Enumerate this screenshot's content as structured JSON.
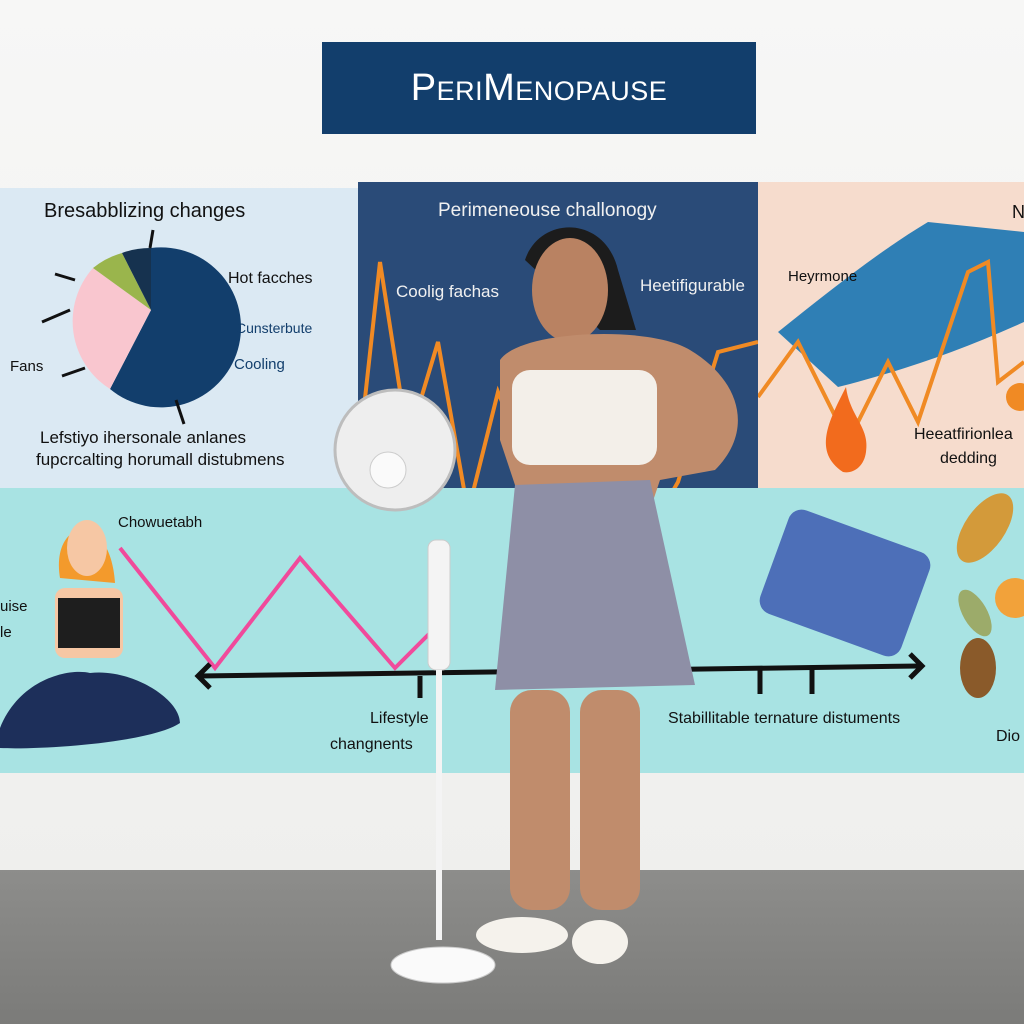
{
  "banner": {
    "title": "PeriMenopause"
  },
  "panel_chart": {
    "title": "Bresabblizing changes",
    "labels": [
      "Hot facches",
      "Cunsterbute",
      "Cooling",
      "Fans"
    ],
    "caption_line1": "Lefstiyo ihersonale anlanes",
    "caption_line2": "fupcrcalting horumall distubmens",
    "slice_colors": [
      "#123e6c",
      "#f9c6cf",
      "#9ab54c",
      "#16324f"
    ]
  },
  "panel_center": {
    "title": "Perimeneouse challonogy",
    "label_left": "Coolig fachas",
    "label_right": "Heetifigurable"
  },
  "panel_right": {
    "label_top": "Heyrmone",
    "label_corner": "N",
    "label_bottom_line1": "Heeatfirionlea",
    "label_bottom_line2": "dedding"
  },
  "panel_bottom": {
    "label_yoga": "Chowuetabh",
    "label_left_edge_line1": "uise",
    "label_left_edge_line2": "le",
    "timeline_label_1_line1": "Lifestyle",
    "timeline_label_1_line2": "changnents",
    "timeline_label_2": "Stabillitable ternature distuments",
    "label_right_edge": "Dio"
  }
}
